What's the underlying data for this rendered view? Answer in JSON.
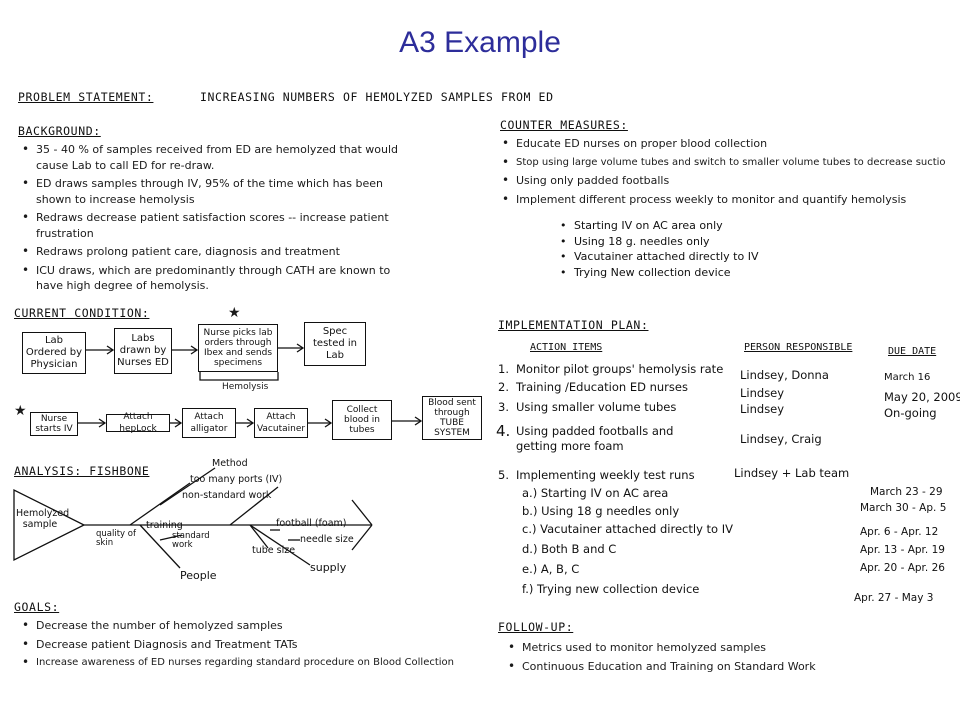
{
  "slide": {
    "title": "A3 Example"
  },
  "problem_statement": {
    "label": "PROBLEM STATEMENT:",
    "text": "INCREASING NUMBERS OF HEMOLYZED SAMPLES FROM ED"
  },
  "background": {
    "heading": "BACKGROUND:",
    "items": [
      "35 - 40 % of samples received from ED are hemolyzed that would cause Lab to call ED for re-draw.",
      "ED draws samples through IV, 95% of the time which has been shown to increase hemolysis",
      "Redraws decrease patient satisfaction scores -- increase patient frustration",
      "Redraws prolong patient care, diagnosis and treatment",
      "ICU draws, which are predominantly through CATH are known to have high degree of hemolysis."
    ]
  },
  "current_condition": {
    "heading": "CURRENT CONDITION:",
    "flow1": [
      "Lab Ordered by Physician",
      "Labs drawn by Nurses ED",
      "Nurse picks lab orders through Ibex and sends specimens",
      "Spec tested in Lab"
    ],
    "hemolysis_note": "Hemolysis",
    "star": "★",
    "flow2": [
      "Nurse starts IV",
      "Attach hepLock",
      "Attach alligator",
      "Attach Vacutainer",
      "Collect blood in tubes",
      "Blood sent through TUBE SYSTEM"
    ]
  },
  "analysis": {
    "heading": "ANALYSIS: Fishbone",
    "head_label": "Hemolyzed sample",
    "labels": {
      "method": "Method",
      "too_many_ports": "too many ports (IV)",
      "non_standard": "non-standard work",
      "quality": "quality of skin",
      "training": "training",
      "standard_work": "standard work",
      "people": "People",
      "football": "football (foam)",
      "needle": "needle size",
      "tube": "tube size",
      "supply": "supply"
    }
  },
  "goals": {
    "heading": "GOALS:",
    "items": [
      "Decrease the number of hemolyzed samples",
      "Decrease patient Diagnosis and Treatment TATs",
      "Increase awareness of ED nurses regarding standard procedure on Blood Collection"
    ]
  },
  "counter_measures": {
    "heading": "COUNTER MEASURES:",
    "items": [
      "Educate ED nurses on proper blood collection",
      "Stop using large volume tubes and switch to smaller volume tubes to decrease suctio",
      "Using only padded footballs",
      "Implement different process weekly to monitor and quantify hemolysis"
    ],
    "sub_items": [
      "Starting IV on AC area only",
      "Using 18 g. needles only",
      "Vacutainer attached directly to IV",
      "Trying New collection device"
    ]
  },
  "implementation_plan": {
    "heading": "IMPLEMENTATION PLAN:",
    "col_action": "ACTION ITEMS",
    "col_person": "PERSON RESPONSIBLE",
    "col_due": "DUE DATE",
    "rows": [
      {
        "num": "1.",
        "action": "Monitor pilot groups' hemolysis rate",
        "person": "Lindsey, Donna",
        "due": "March 16"
      },
      {
        "num": "2.",
        "action": "Training /Education ED nurses",
        "person": "Lindsey",
        "due": "May 20, 2009"
      },
      {
        "num": "3.",
        "action": "Using smaller volume tubes",
        "person": "Lindsey",
        "due": "On-going"
      },
      {
        "num": "4.",
        "action": "Using padded footballs and getting more foam",
        "person": "Lindsey, Craig",
        "due": ""
      },
      {
        "num": "5.",
        "action": "Implementing weekly test runs",
        "person": "Lindsey + Lab team",
        "due": ""
      }
    ],
    "weekly": [
      {
        "label": "a.) Starting IV on AC area",
        "date": "March 23 - 29"
      },
      {
        "label": "b.) Using 18 g needles only",
        "date": "March 30 - Ap. 5"
      },
      {
        "label": "c.) Vacutainer attached directly to IV",
        "date": "Apr. 6 - Apr. 12"
      },
      {
        "label": "d.) Both B and C",
        "date": "Apr. 13 - Apr. 19"
      },
      {
        "label": "e.) A, B, C",
        "date": "Apr. 20 - Apr. 26"
      },
      {
        "label": "f.) Trying new collection device",
        "date": "Apr. 27 - May 3"
      }
    ]
  },
  "follow_up": {
    "heading": "FOLLOW-UP:",
    "items": [
      "Metrics used to monitor hemolyzed samples",
      "Continuous Education and Training on Standard Work"
    ]
  }
}
